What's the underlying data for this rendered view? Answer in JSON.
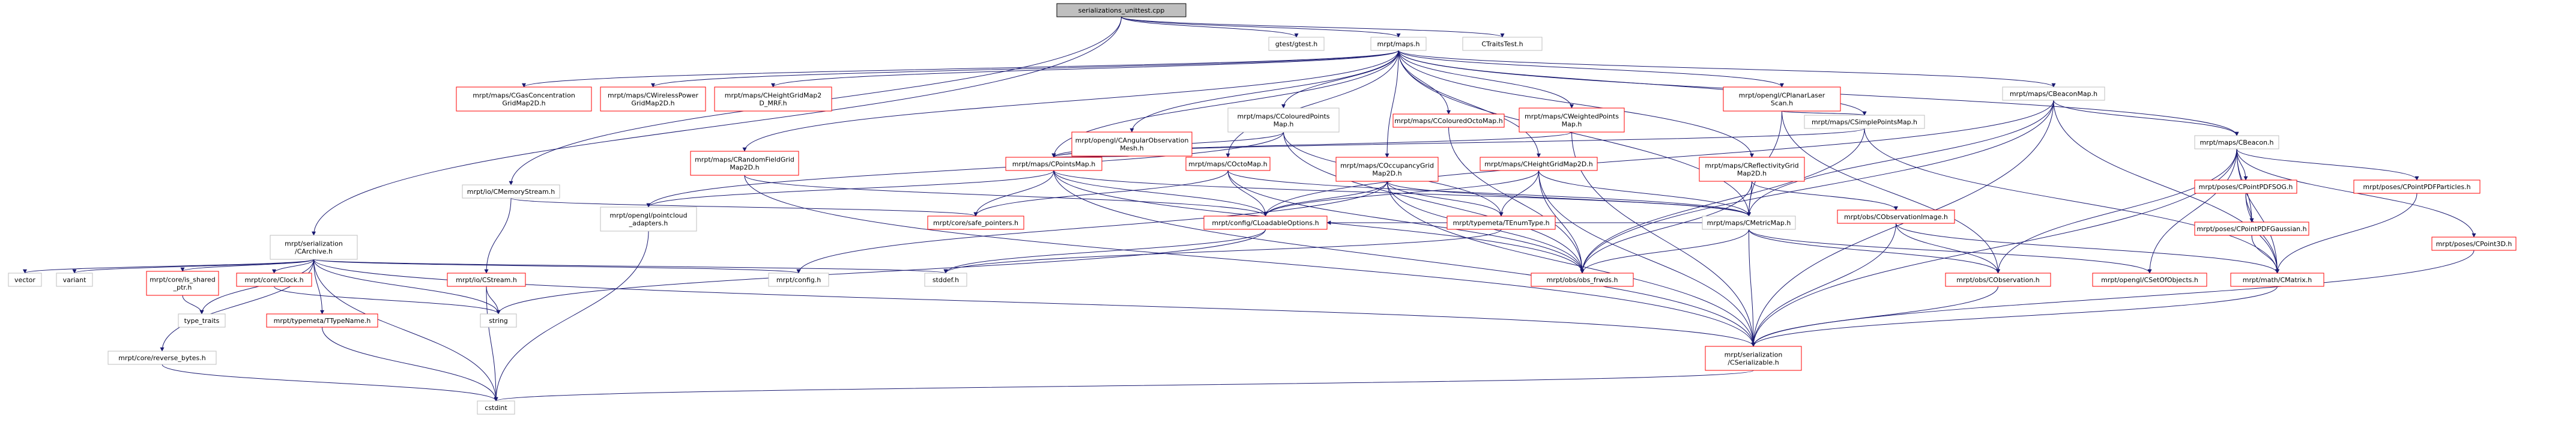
{
  "graph": {
    "colors": {
      "edge": "#191970",
      "internal_border": "#ff0000",
      "external_border": "#bfbfbf",
      "root_fill": "#bfbfbf",
      "root_border": "#000000",
      "text": "#000000"
    },
    "nodes": [
      {
        "id": "root",
        "label": [
          "serializations_unittest.cpp"
        ],
        "kind": "root"
      },
      {
        "id": "maps",
        "label": [
          "mrpt/maps.h"
        ],
        "kind": "ext"
      },
      {
        "id": "gtest",
        "label": [
          "gtest/gtest.h"
        ],
        "kind": "ext"
      },
      {
        "id": "ctraits",
        "label": [
          "CTraitsTest.h"
        ],
        "kind": "ext"
      },
      {
        "id": "carchive",
        "label": [
          "mrpt/serialization",
          "/CArchive.h"
        ],
        "kind": "ext"
      },
      {
        "id": "cmemstream",
        "label": [
          "mrpt/io/CMemoryStream.h"
        ],
        "kind": "ext"
      },
      {
        "id": "gasconc",
        "label": [
          "mrpt/maps/CGasConcentration",
          "GridMap2D.h"
        ],
        "kind": "red"
      },
      {
        "id": "wireless",
        "label": [
          "mrpt/maps/CWirelessPower",
          "GridMap2D.h"
        ],
        "kind": "red"
      },
      {
        "id": "heightmrf",
        "label": [
          "mrpt/maps/CHeightGridMap2",
          "D_MRF.h"
        ],
        "kind": "red"
      },
      {
        "id": "angobs",
        "label": [
          "mrpt/opengl/CAngularObservation",
          "Mesh.h"
        ],
        "kind": "red"
      },
      {
        "id": "colpoints",
        "label": [
          "mrpt/maps/CColouredPoints",
          "Map.h"
        ],
        "kind": "ext"
      },
      {
        "id": "coloctomap",
        "label": [
          "mrpt/maps/CColouredOctoMap.h"
        ],
        "kind": "red"
      },
      {
        "id": "weighted",
        "label": [
          "mrpt/maps/CWeightedPoints",
          "Map.h"
        ],
        "kind": "red"
      },
      {
        "id": "planarlaser",
        "label": [
          "mrpt/opengl/CPlanarLaser",
          "Scan.h"
        ],
        "kind": "red"
      },
      {
        "id": "simplepts",
        "label": [
          "mrpt/maps/CSimplePointsMap.h"
        ],
        "kind": "ext"
      },
      {
        "id": "beaconmap",
        "label": [
          "mrpt/maps/CBeaconMap.h"
        ],
        "kind": "ext"
      },
      {
        "id": "beacon",
        "label": [
          "mrpt/maps/CBeacon.h"
        ],
        "kind": "ext"
      },
      {
        "id": "randfield",
        "label": [
          "mrpt/maps/CRandomFieldGrid",
          "Map2D.h"
        ],
        "kind": "red"
      },
      {
        "id": "pointsmap",
        "label": [
          "mrpt/maps/CPointsMap.h"
        ],
        "kind": "red"
      },
      {
        "id": "octomap",
        "label": [
          "mrpt/maps/COctoMap.h"
        ],
        "kind": "red"
      },
      {
        "id": "occgrid",
        "label": [
          "mrpt/maps/COccupancyGrid",
          "Map2D.h"
        ],
        "kind": "red"
      },
      {
        "id": "heightgrid",
        "label": [
          "mrpt/maps/CHeightGridMap2D.h"
        ],
        "kind": "red"
      },
      {
        "id": "reflect",
        "label": [
          "mrpt/maps/CReflectivityGrid",
          "Map2D.h"
        ],
        "kind": "red"
      },
      {
        "id": "pcladapt",
        "label": [
          "mrpt/opengl/pointcloud",
          "_adapters.h"
        ],
        "kind": "ext"
      },
      {
        "id": "safeptr",
        "label": [
          "mrpt/core/safe_pointers.h"
        ],
        "kind": "red"
      },
      {
        "id": "loadable",
        "label": [
          "mrpt/config/CLoadableOptions.h"
        ],
        "kind": "red"
      },
      {
        "id": "tenum",
        "label": [
          "mrpt/typemeta/TEnumType.h"
        ],
        "kind": "red"
      },
      {
        "id": "metricmap",
        "label": [
          "mrpt/maps/CMetricMap.h"
        ],
        "kind": "ext"
      },
      {
        "id": "obsimage",
        "label": [
          "mrpt/obs/CObservationImage.h"
        ],
        "kind": "red"
      },
      {
        "id": "pdfsog",
        "label": [
          "mrpt/poses/CPointPDFSOG.h"
        ],
        "kind": "red"
      },
      {
        "id": "pdfparticles",
        "label": [
          "mrpt/poses/CPointPDFParticles.h"
        ],
        "kind": "red"
      },
      {
        "id": "pdfgauss",
        "label": [
          "mrpt/poses/CPointPDFGaussian.h"
        ],
        "kind": "red"
      },
      {
        "id": "point3d",
        "label": [
          "mrpt/poses/CPoint3D.h"
        ],
        "kind": "red"
      },
      {
        "id": "vector",
        "label": [
          "vector"
        ],
        "kind": "ext"
      },
      {
        "id": "variant",
        "label": [
          "variant"
        ],
        "kind": "ext"
      },
      {
        "id": "asshared",
        "label": [
          "mrpt/core/is_shared",
          "_ptr.h"
        ],
        "kind": "red"
      },
      {
        "id": "clock",
        "label": [
          "mrpt/core/Clock.h"
        ],
        "kind": "red"
      },
      {
        "id": "cstream",
        "label": [
          "mrpt/io/CStream.h"
        ],
        "kind": "red"
      },
      {
        "id": "config",
        "label": [
          "mrpt/config.h"
        ],
        "kind": "ext"
      },
      {
        "id": "stddef",
        "label": [
          "stddef.h"
        ],
        "kind": "ext"
      },
      {
        "id": "obsfwd",
        "label": [
          "mrpt/obs/obs_frwds.h"
        ],
        "kind": "red"
      },
      {
        "id": "cobservation",
        "label": [
          "mrpt/obs/CObservation.h"
        ],
        "kind": "red"
      },
      {
        "id": "setofobj",
        "label": [
          "mrpt/opengl/CSetOfObjects.h"
        ],
        "kind": "red"
      },
      {
        "id": "cmatrix",
        "label": [
          "mrpt/math/CMatrix.h"
        ],
        "kind": "red"
      },
      {
        "id": "typetraits",
        "label": [
          "type_traits"
        ],
        "kind": "ext"
      },
      {
        "id": "ttypename",
        "label": [
          "mrpt/typemeta/TTypeName.h"
        ],
        "kind": "red"
      },
      {
        "id": "string",
        "label": [
          "string"
        ],
        "kind": "ext"
      },
      {
        "id": "reversebytes",
        "label": [
          "mrpt/core/reverse_bytes.h"
        ],
        "kind": "ext"
      },
      {
        "id": "serializable",
        "label": [
          "mrpt/serialization",
          "/CSerializable.h"
        ],
        "kind": "red"
      },
      {
        "id": "cstdint",
        "label": [
          "cstdint"
        ],
        "kind": "ext"
      }
    ],
    "edges": [
      [
        "root",
        "maps"
      ],
      [
        "root",
        "gtest"
      ],
      [
        "root",
        "ctraits"
      ],
      [
        "root",
        "carchive"
      ],
      [
        "root",
        "cmemstream"
      ],
      [
        "maps",
        "gasconc"
      ],
      [
        "maps",
        "wireless"
      ],
      [
        "maps",
        "heightmrf"
      ],
      [
        "maps",
        "angobs"
      ],
      [
        "maps",
        "colpoints"
      ],
      [
        "maps",
        "coloctomap"
      ],
      [
        "maps",
        "weighted"
      ],
      [
        "maps",
        "planarlaser"
      ],
      [
        "maps",
        "simplepts"
      ],
      [
        "maps",
        "beaconmap"
      ],
      [
        "maps",
        "beacon"
      ],
      [
        "maps",
        "randfield"
      ],
      [
        "maps",
        "pointsmap"
      ],
      [
        "maps",
        "octomap"
      ],
      [
        "maps",
        "occgrid"
      ],
      [
        "maps",
        "heightgrid"
      ],
      [
        "maps",
        "reflect"
      ],
      [
        "maps",
        "metricmap"
      ],
      [
        "beaconmap",
        "beacon"
      ],
      [
        "beaconmap",
        "metricmap"
      ],
      [
        "beaconmap",
        "cmatrix"
      ],
      [
        "beaconmap",
        "serializable"
      ],
      [
        "beaconmap",
        "obsfwd"
      ],
      [
        "beaconmap",
        "loadable"
      ],
      [
        "planarlaser",
        "simplepts"
      ],
      [
        "planarlaser",
        "cobservation"
      ],
      [
        "planarlaser",
        "metricmap"
      ],
      [
        "colpoints",
        "pointsmap"
      ],
      [
        "colpoints",
        "tenum"
      ],
      [
        "colpoints",
        "obsfwd"
      ],
      [
        "colpoints",
        "pcladapt"
      ],
      [
        "coloctomap",
        "obsfwd"
      ],
      [
        "weighted",
        "pointsmap"
      ],
      [
        "weighted",
        "serializable"
      ],
      [
        "simplepts",
        "pointsmap"
      ],
      [
        "simplepts",
        "obsfwd"
      ],
      [
        "simplepts",
        "cmatrix"
      ],
      [
        "angobs",
        "pointsmap"
      ],
      [
        "randfield",
        "loadable"
      ],
      [
        "randfield",
        "serializable"
      ],
      [
        "pointsmap",
        "pcladapt"
      ],
      [
        "pointsmap",
        "safeptr"
      ],
      [
        "pointsmap",
        "loadable"
      ],
      [
        "pointsmap",
        "metricmap"
      ],
      [
        "pointsmap",
        "obsfwd"
      ],
      [
        "pointsmap",
        "serializable"
      ],
      [
        "octomap",
        "safeptr"
      ],
      [
        "octomap",
        "loadable"
      ],
      [
        "octomap",
        "metricmap"
      ],
      [
        "octomap",
        "obsfwd"
      ],
      [
        "occgrid",
        "loadable"
      ],
      [
        "occgrid",
        "tenum"
      ],
      [
        "occgrid",
        "metricmap"
      ],
      [
        "occgrid",
        "obsfwd"
      ],
      [
        "occgrid",
        "serializable"
      ],
      [
        "occgrid",
        "config"
      ],
      [
        "heightgrid",
        "loadable"
      ],
      [
        "heightgrid",
        "tenum"
      ],
      [
        "heightgrid",
        "metricmap"
      ],
      [
        "heightgrid",
        "obsfwd"
      ],
      [
        "heightgrid",
        "serializable"
      ],
      [
        "reflect",
        "metricmap"
      ],
      [
        "reflect",
        "obsfwd"
      ],
      [
        "reflect",
        "obsimage"
      ],
      [
        "beacon",
        "pdfsog"
      ],
      [
        "beacon",
        "pdfparticles"
      ],
      [
        "beacon",
        "pdfgauss"
      ],
      [
        "beacon",
        "point3d"
      ],
      [
        "beacon",
        "cmatrix"
      ],
      [
        "beacon",
        "serializable"
      ],
      [
        "beacon",
        "cobservation"
      ],
      [
        "beacon",
        "setofobj"
      ],
      [
        "pdfsog",
        "pdfgauss"
      ],
      [
        "pdfsog",
        "cmatrix"
      ],
      [
        "pdfparticles",
        "cmatrix"
      ],
      [
        "pdfgauss",
        "cmatrix"
      ],
      [
        "point3d",
        "serializable"
      ],
      [
        "obsimage",
        "cobservation"
      ],
      [
        "obsimage",
        "cmatrix"
      ],
      [
        "obsimage",
        "serializable"
      ],
      [
        "metricmap",
        "obsfwd"
      ],
      [
        "metricmap",
        "cobservation"
      ],
      [
        "metricmap",
        "setofobj"
      ],
      [
        "metricmap",
        "serializable"
      ],
      [
        "metricmap",
        "loadable"
      ],
      [
        "cobservation",
        "serializable"
      ],
      [
        "cmatrix",
        "serializable"
      ],
      [
        "loadable",
        "stddef"
      ],
      [
        "loadable",
        "string"
      ],
      [
        "tenum",
        "stddef"
      ],
      [
        "cmemstream",
        "cstream"
      ],
      [
        "cmemstream",
        "safeptr"
      ],
      [
        "cstream",
        "string"
      ],
      [
        "cstream",
        "cstdint"
      ],
      [
        "clock",
        "string"
      ],
      [
        "carchive",
        "vector"
      ],
      [
        "carchive",
        "variant"
      ],
      [
        "carchive",
        "asshared"
      ],
      [
        "carchive",
        "clock"
      ],
      [
        "carchive",
        "config"
      ],
      [
        "carchive",
        "stddef"
      ],
      [
        "carchive",
        "typetraits"
      ],
      [
        "carchive",
        "ttypename"
      ],
      [
        "carchive",
        "string"
      ],
      [
        "carchive",
        "reversebytes"
      ],
      [
        "carchive",
        "cstdint"
      ],
      [
        "carchive",
        "serializable"
      ],
      [
        "asshared",
        "typetraits"
      ],
      [
        "ttypename",
        "cstdint"
      ],
      [
        "reversebytes",
        "cstdint"
      ],
      [
        "serializable",
        "cstdint"
      ],
      [
        "pcladapt",
        "cstdint"
      ]
    ]
  }
}
